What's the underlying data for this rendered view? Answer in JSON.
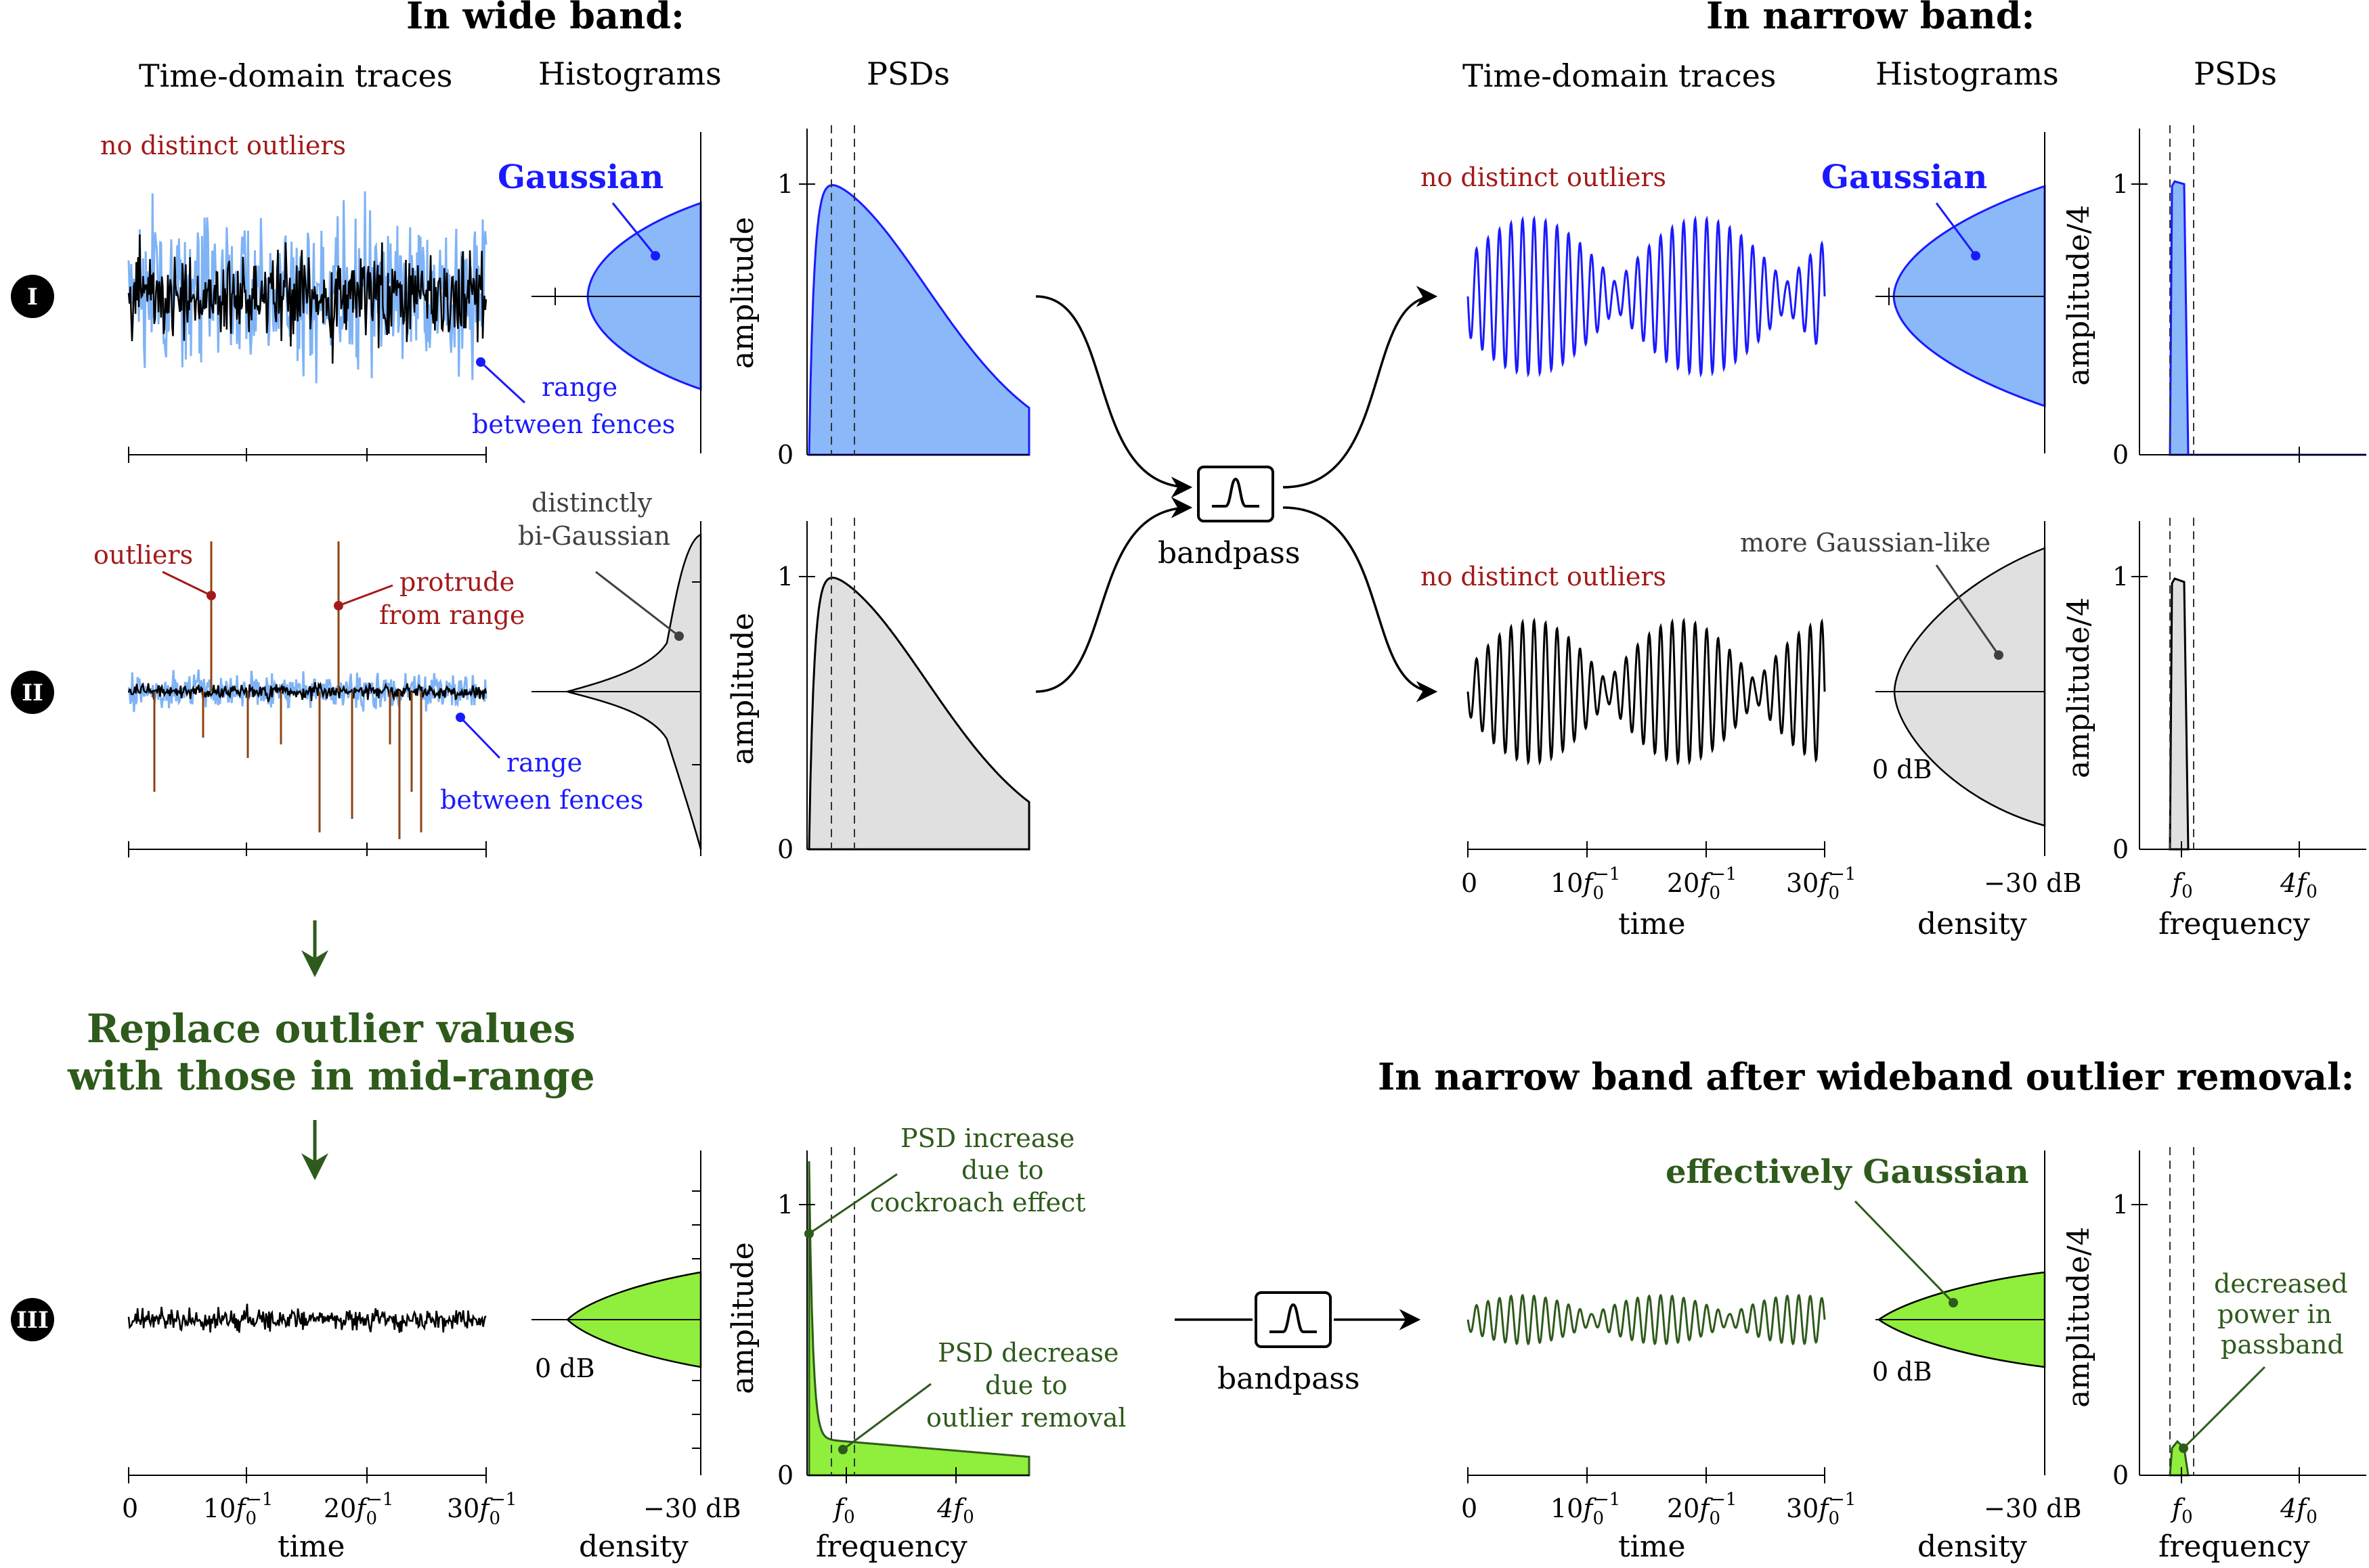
{
  "headers": {
    "wide_band": "In wide band:",
    "narrow_band": "In narrow band:",
    "narrow_after": "In narrow band after wideband outlier removal:"
  },
  "columns": {
    "traces": "Time-domain traces",
    "histograms": "Histograms",
    "psds": "PSDs"
  },
  "rows": [
    "I",
    "II",
    "III"
  ],
  "annotations": {
    "no_outliers": "no distinct outliers",
    "gaussian": "Gaussian",
    "range_between_fences_1": "range",
    "range_between_fences_2": "between fences",
    "outliers": "outliers",
    "protrude_1": "protrude",
    "protrude_2": "from range",
    "bi_gaussian_1": "distinctly",
    "bi_gaussian_2": "bi-Gaussian",
    "more_gaussian": "more Gaussian-like",
    "replace_1": "Replace outlier values",
    "replace_2": "with those in mid-range",
    "psd_inc_1": "PSD increase",
    "psd_inc_2": "due to",
    "psd_inc_3": "cockroach effect",
    "psd_dec_1": "PSD decrease",
    "psd_dec_2": "due to",
    "psd_dec_3": "outlier removal",
    "eff_gaussian": "effectively Gaussian",
    "dec_power_1": "decreased",
    "dec_power_2": "power in",
    "dec_power_3": "passband",
    "bandpass": "bandpass"
  },
  "axes": {
    "amplitude": "amplitude",
    "amplitude4": "amplitude/4",
    "time": "time",
    "density": "density",
    "frequency": "frequency",
    "zero_db": "0 dB",
    "minus30db": "−30 dB",
    "tick0": "0",
    "tick1": "1",
    "time_ticks": [
      "0",
      "10",
      "20",
      "30"
    ],
    "time_unit": "f",
    "time_sub": "0",
    "time_sup": "−1",
    "f0_ticks": [
      "f",
      "4f"
    ],
    "f_sub": "0"
  },
  "colors": {
    "blue": "#1a1aff",
    "light_blue": "#7fb3f5",
    "hist_blue": "#8ab8f8",
    "dark_red": "#a31a1a",
    "brown": "#8b4513",
    "grey_fill": "#e0e0e0",
    "green_fill": "#90ee3c",
    "dark_green": "#2e5a1b"
  }
}
